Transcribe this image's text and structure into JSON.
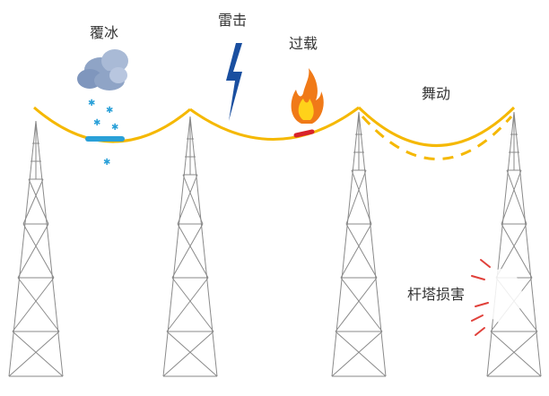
{
  "labels": {
    "icing": "覆冰",
    "lightning": "雷击",
    "overload": "过载",
    "galloping": "舞动",
    "tower_damage": "杆塔损害"
  },
  "colors": {
    "conductor": "#f5b800",
    "ice": "#2aa0d8",
    "overload": "#d8232a",
    "lightning": "#1a4fa0",
    "tower": "#8a8a8a",
    "damage_marks": "#e0403a",
    "cloud": "#8fa4c6"
  },
  "icons": [
    "cloud-icon",
    "snowflake-icon",
    "lightning-bolt-icon",
    "flame-icon",
    "impact-burst-icon"
  ]
}
